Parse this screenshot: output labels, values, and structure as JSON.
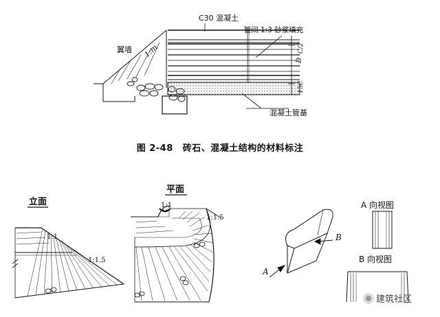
{
  "figure": {
    "caption_number": "图 2-48",
    "caption_text": "砖石、混凝土结构的材料标注"
  },
  "top_drawing": {
    "label_concrete": "C30 混凝土",
    "label_mortar": "管间 1:3 砂浆填充",
    "label_wing_wall": "翼墙",
    "label_slope": "1:m",
    "label_base": "混凝土管基",
    "dim_d": "D",
    "dim_c12": "C/2",
    "dim_15c": "15C"
  },
  "bottom_drawings": {
    "elevation_title": "立面",
    "plan_title": "平面",
    "elevation_slope_1": "1:1",
    "elevation_slope_2": "1:1.5",
    "plan_slope_1": "1:1",
    "plan_slope_2": "1:1.5",
    "arrow_a": "A",
    "arrow_b": "B",
    "view_a_title": "A 向视图",
    "view_b_title": "B 向视图"
  },
  "watermark": {
    "text": "建筑社区"
  }
}
